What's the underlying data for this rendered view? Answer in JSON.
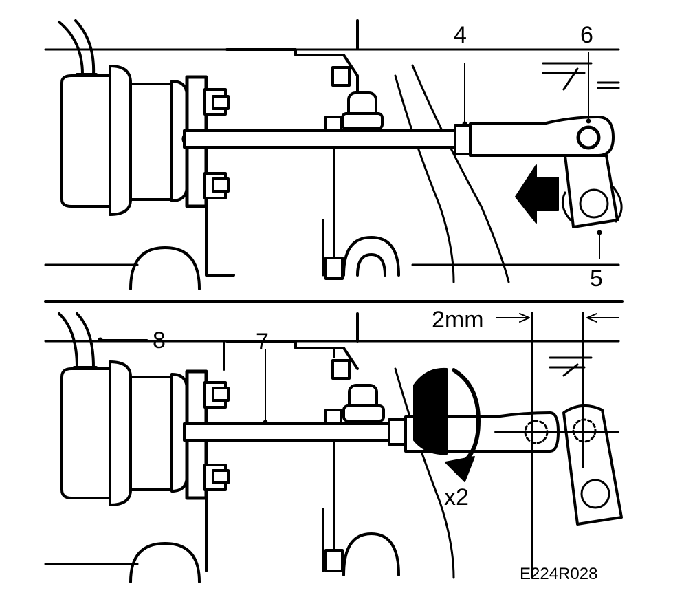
{
  "callouts": {
    "top_cable": "4",
    "top_arm": "5",
    "top_pivot": "6",
    "bottom_cable": "7",
    "bottom_hose": "8"
  },
  "measurement": {
    "gap_label": "2mm"
  },
  "rotation": {
    "turns_label": "x2"
  },
  "reference": {
    "code": "E224R028"
  },
  "icons": {
    "push_direction": "left-arrow-icon",
    "rotate_direction": "rotate-arrow-icon"
  },
  "colors": {
    "ink": "#000000",
    "paper": "#ffffff"
  }
}
